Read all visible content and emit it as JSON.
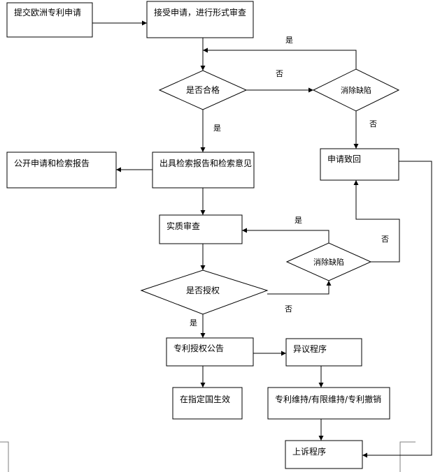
{
  "nodes": {
    "submit": "提交欧洲专利申请",
    "receive": "接受申请，进行形式审查",
    "qualified": "是否合格",
    "fix1": "消除缺陷",
    "publish_app": "公开申请和检索报告",
    "search_report": "出具检索报告和检索意见",
    "reject": "申请致回",
    "substantive": "实质审查",
    "fix2": "消除缺陷",
    "grant_q": "是否授权",
    "grant_pub": "专利授权公告",
    "opposition": "异议程序",
    "effect": "在指定国生效",
    "maintain": "专利维持/有限维持/专利撤销",
    "appeal": "上诉程序"
  },
  "edge_labels": {
    "fix1_yes": "是",
    "qualified_no": "否",
    "fix1_no": "否",
    "qualified_yes": "是",
    "fix2_yes": "是",
    "fix2_no": "否",
    "grant_no": "否",
    "grant_yes": "是"
  }
}
